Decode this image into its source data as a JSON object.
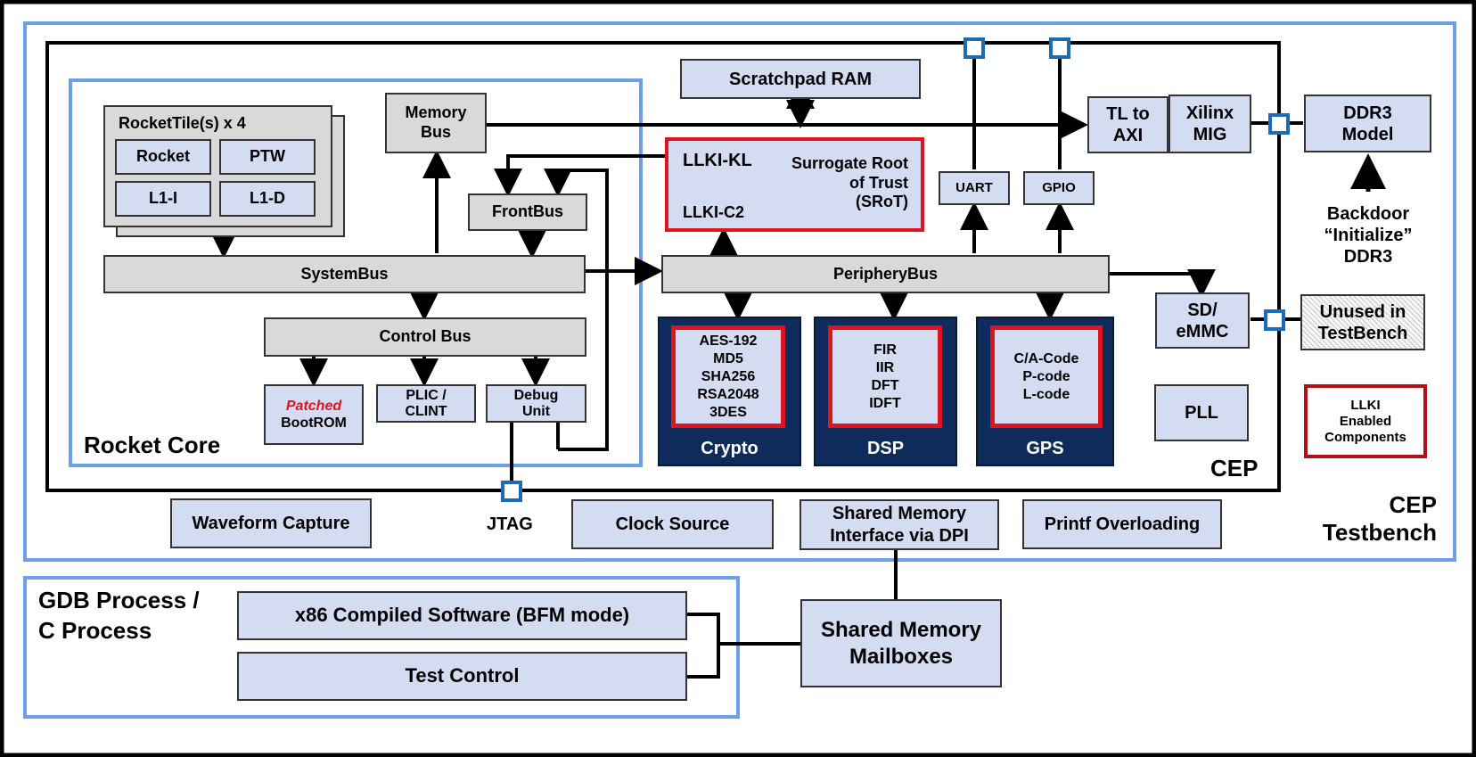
{
  "boundaries": {
    "rocket_core": "Rocket Core",
    "cep": "CEP",
    "cep_testbench_line1": "CEP",
    "cep_testbench_line2": "Testbench",
    "gdb_line1": "GDB Process /",
    "gdb_line2": "C Process"
  },
  "rocket_tile": {
    "title": "RocketTile(s) x 4",
    "rocket": "Rocket",
    "ptw": "PTW",
    "l1i": "L1-I",
    "l1d": "L1-D"
  },
  "buses": {
    "memory_bus_1": "Memory",
    "memory_bus_2": "Bus",
    "front_bus": "FrontBus",
    "system_bus": "SystemBus",
    "control_bus": "Control Bus",
    "periphery_bus": "PeripheryBus"
  },
  "rocket_periph": {
    "bootrom_patched": "Patched",
    "bootrom": "BootROM",
    "plic_1": "PLIC /",
    "plic_2": "CLINT",
    "debug_1": "Debug",
    "debug_2": "Unit"
  },
  "cep_blocks": {
    "scratchpad": "Scratchpad RAM",
    "srot_kl": "LLKI-KL",
    "srot_c2": "LLKI-C2",
    "srot_1": "Surrogate Root",
    "srot_2": "of Trust",
    "srot_3": "(SRoT)",
    "uart": "UART",
    "gpio": "GPIO",
    "tl_axi_1": "TL to",
    "tl_axi_2": "AXI",
    "xilinx_1": "Xilinx",
    "xilinx_2": "MIG",
    "sd_1": "SD/",
    "sd_2": "eMMC",
    "pll": "PLL"
  },
  "accelerators": {
    "crypto_items": [
      "AES-192",
      "MD5",
      "SHA256",
      "RSA2048",
      "3DES"
    ],
    "crypto_label": "Crypto",
    "dsp_items": [
      "FIR",
      "IIR",
      "DFT",
      "IDFT"
    ],
    "dsp_label": "DSP",
    "gps_items": [
      "C/A-Code",
      "P-code",
      "L-code"
    ],
    "gps_label": "GPS"
  },
  "external": {
    "ddr3_1": "DDR3",
    "ddr3_2": "Model",
    "backdoor_1": "Backdoor",
    "backdoor_2": "“Initialize”",
    "backdoor_3": "DDR3",
    "unused_1": "Unused in",
    "unused_2": "TestBench",
    "llki_legend_1": "LLKI",
    "llki_legend_2": "Enabled",
    "llki_legend_3": "Components"
  },
  "testbench": {
    "waveform": "Waveform Capture",
    "jtag": "JTAG",
    "clock": "Clock Source",
    "shm_dpi_1": "Shared Memory",
    "shm_dpi_2": "Interface via DPI",
    "printf": "Printf Overloading"
  },
  "gdb": {
    "x86": "x86 Compiled Software (BFM mode)",
    "test_control": "Test Control",
    "mailbox_1": "Shared Memory",
    "mailbox_2": "Mailboxes"
  },
  "colors": {
    "light_blue_box": "#d4dcf2",
    "grey_box": "#d9d9d9",
    "navy_box": "#0e2b5c",
    "red_border": "#e0141c",
    "boundary_blue": "#6d9eeb",
    "port_blue": "#1c6ab8"
  }
}
